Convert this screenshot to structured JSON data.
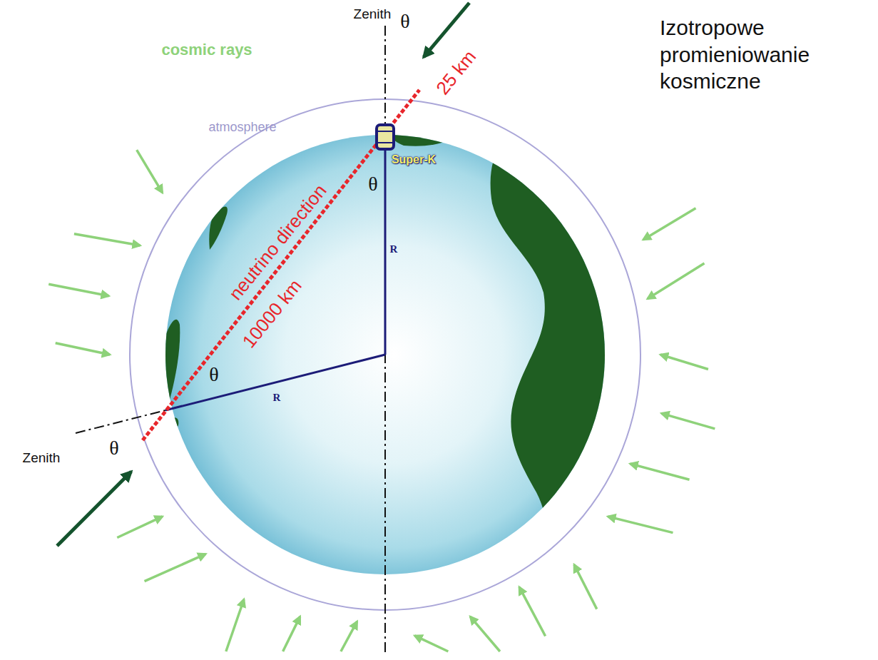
{
  "diagram": {
    "labels": [
      "cosmic rays",
      "Zenith",
      "θ",
      "25 km",
      "atmosphere",
      "Super-K",
      "θ",
      "neutrino direction",
      "10000 km",
      "R",
      "θ",
      "R",
      "Zenith",
      "θ",
      "Izotropowe promieniowanie kosmiczne"
    ]
  }
}
